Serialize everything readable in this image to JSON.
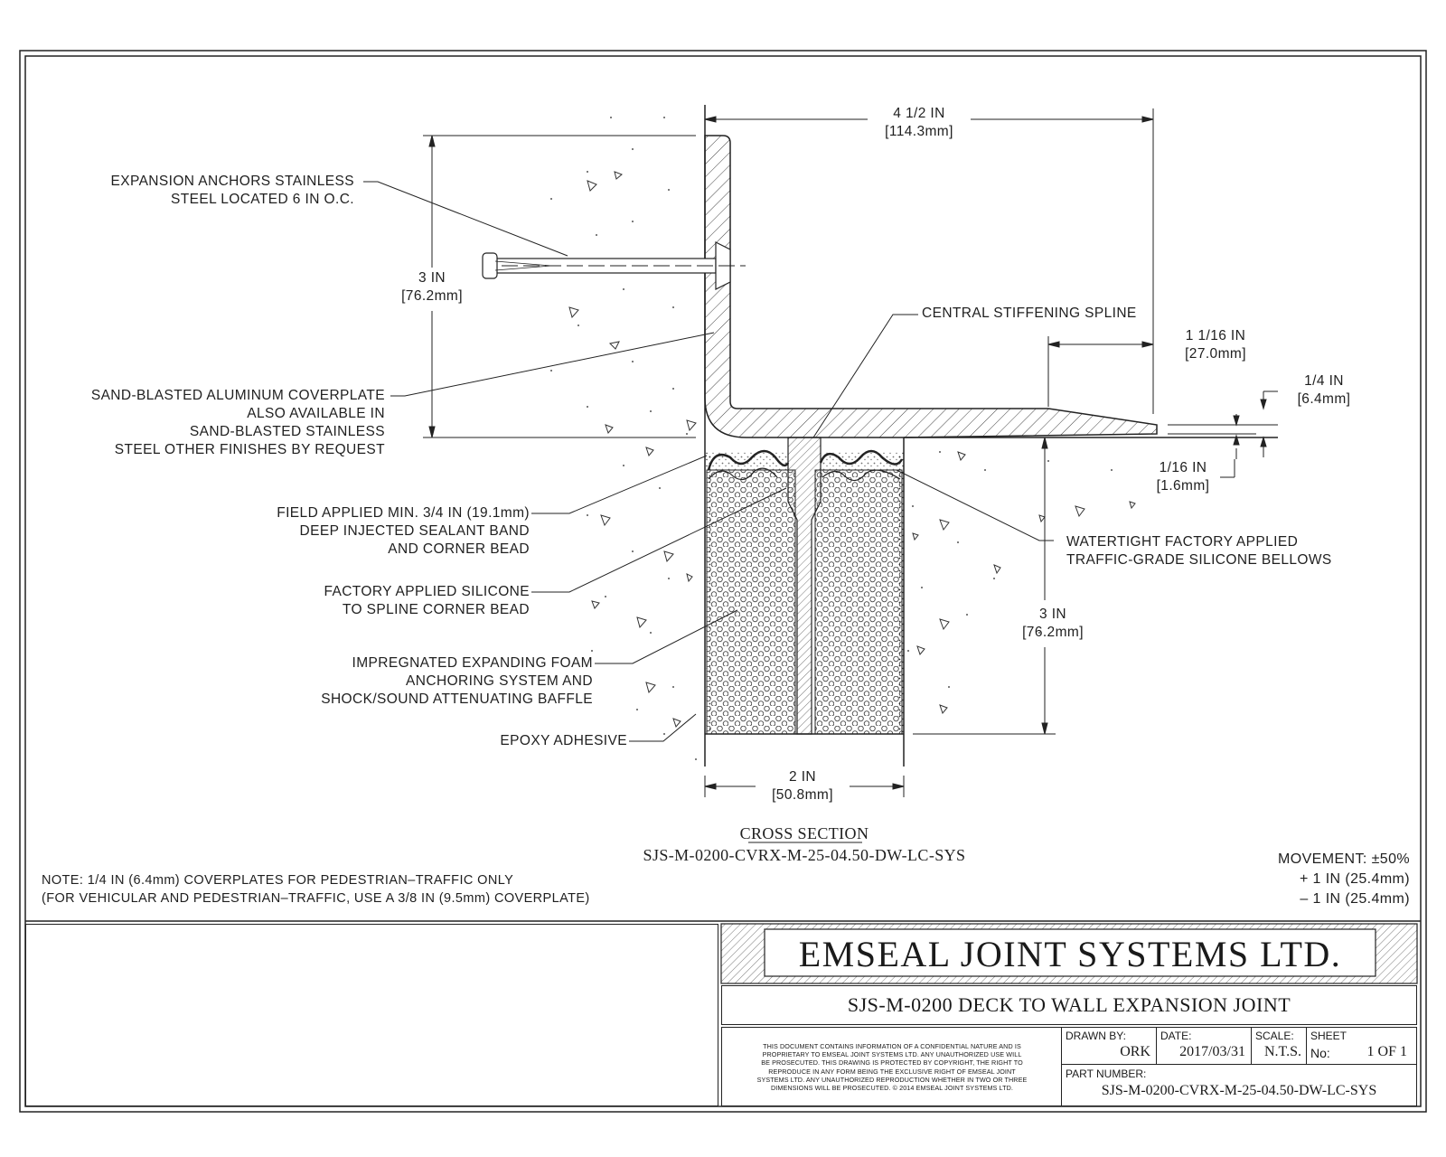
{
  "callouts": {
    "anchors": [
      "EXPANSION ANCHORS STAINLESS",
      "STEEL LOCATED 6 IN O.C."
    ],
    "coverplate": [
      "SAND-BLASTED ALUMINUM COVERPLATE",
      "ALSO AVAILABLE IN",
      "SAND-BLASTED STAINLESS",
      "STEEL OTHER FINISHES BY REQUEST"
    ],
    "sealant": [
      "FIELD APPLIED MIN. 3/4 IN (19.1mm)",
      "DEEP INJECTED SEALANT BAND",
      "AND CORNER BEAD"
    ],
    "silicone": [
      "FACTORY APPLIED SILICONE",
      "TO SPLINE CORNER BEAD"
    ],
    "foam": [
      "IMPREGNATED EXPANDING FOAM",
      "ANCHORING SYSTEM AND",
      "SHOCK/SOUND ATTENUATING BAFFLE"
    ],
    "epoxy": "EPOXY ADHESIVE",
    "spline": "CENTRAL STIFFENING SPLINE",
    "bellows": [
      "WATERTIGHT FACTORY APPLIED",
      "TRAFFIC-GRADE SILICONE BELLOWS"
    ]
  },
  "dimensions": {
    "top_width": [
      "4 1/2 IN",
      "[114.3mm]"
    ],
    "vertical_left": [
      "3 IN",
      "[76.2mm]"
    ],
    "overhang": [
      "1 1/16 IN",
      "[27.0mm]"
    ],
    "plate_thickness": [
      "1/4 IN",
      "[6.4mm]"
    ],
    "edge_thickness": [
      "1/16 IN",
      "[1.6mm]"
    ],
    "joint_depth": [
      "3 IN",
      "[76.2mm]"
    ],
    "joint_width": [
      "2 IN",
      "[50.8mm]"
    ]
  },
  "section": {
    "title": "CROSS SECTION",
    "code": "SJS-M-0200-CVRX-M-25-04.50-DW-LC-SYS"
  },
  "movement": [
    "MOVEMENT: ±50%",
    "+ 1 IN (25.4mm)",
    "– 1 IN (25.4mm)"
  ],
  "notes": [
    "NOTE: 1/4 IN (6.4mm) COVERPLATES FOR PEDESTRIAN–TRAFFIC ONLY",
    "(FOR VEHICULAR AND PEDESTRIAN–TRAFFIC, USE A 3/8 IN (9.5mm) COVERPLATE)"
  ],
  "title_block": {
    "company": "EMSEAL JOINT SYSTEMS LTD.",
    "drawing_title": "SJS-M-0200 DECK TO WALL EXPANSION JOINT",
    "confidential": [
      "THIS DOCUMENT CONTAINS INFORMATION OF A CONFIDENTIAL NATURE AND IS",
      "PROPRIETARY TO EMSEAL JOINT SYSTEMS LTD. ANY UNAUTHORIZED USE WILL",
      "BE PROSECUTED. THIS DRAWING IS PROTECTED BY COPYRIGHT, THE RIGHT TO",
      "REPRODUCE IN ANY FORM BEING THE EXCLUSIVE RIGHT OF EMSEAL JOINT",
      "SYSTEMS LTD. ANY UNAUTHORIZED REPRODUCTION WHETHER IN TWO OR THREE",
      "DIMENSIONS WILL BE PROSECUTED. © 2014 EMSEAL JOINT SYSTEMS LTD."
    ],
    "drawn_by_label": "DRAWN BY:",
    "drawn_by": "ORK",
    "date_label": "DATE:",
    "date": "2017/03/31",
    "scale_label": "SCALE:",
    "scale": "N.T.S.",
    "sheet_label": "SHEET",
    "sheet_no_label": "No:",
    "sheet_no": "1 OF 1",
    "part_number_label": "PART NUMBER:",
    "part_number": "SJS-M-0200-CVRX-M-25-04.50-DW-LC-SYS"
  }
}
